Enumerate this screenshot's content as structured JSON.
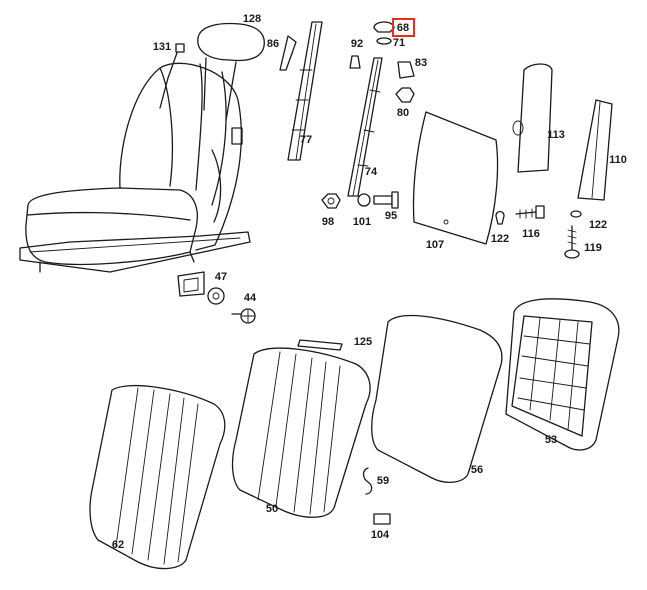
{
  "highlight": {
    "part": "68",
    "color": "#e53020"
  },
  "labels": {
    "p128": "128",
    "p131": "131",
    "p86": "86",
    "p68": "68",
    "p71": "71",
    "p92": "92",
    "p83": "83",
    "p80": "80",
    "p77": "77",
    "p113": "113",
    "p110": "110",
    "p74": "74",
    "p98": "98",
    "p101": "101",
    "p95": "95",
    "p107": "107",
    "p122a": "122",
    "p116": "116",
    "p122b": "122",
    "p119": "119",
    "p47": "47",
    "p44": "44",
    "p125": "125",
    "p53": "53",
    "p59": "59",
    "p56": "56",
    "p50": "50",
    "p62": "62",
    "p104": "104"
  }
}
